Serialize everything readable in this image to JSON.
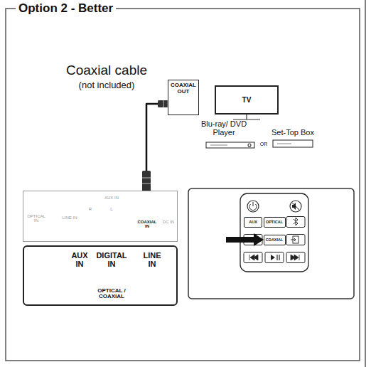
{
  "diagram": {
    "title": "Option 2 - Better",
    "nodes": [
      {
        "text": [
          "COAXIAL OUT"
        ]
      },
      {
        "text": [
          "TV"
        ]
      },
      {
        "text": [
          "OPTICAL IN",
          "LINE IN",
          "AUX IN",
          "R",
          "L",
          "COAXIAL IN",
          "DC IN"
        ]
      },
      {
        "text": [
          "AUX IN",
          "DIGITAL IN",
          "LINE IN",
          "OPTICAL / COAXIAL"
        ]
      },
      {
        "text": [
          "AUX"
        ]
      },
      {
        "text": [
          "OPTICAL"
        ]
      },
      {
        "text": [
          "COAXIAL"
        ]
      }
    ],
    "edges": [
      {
        "from": 0,
        "to": 2,
        "arrow": "none"
      }
    ],
    "labels": [
      "Coaxial cable",
      "(not included)",
      "Blu-ray/ DVD Player",
      "OR",
      "Set-Top Box"
    ]
  }
}
